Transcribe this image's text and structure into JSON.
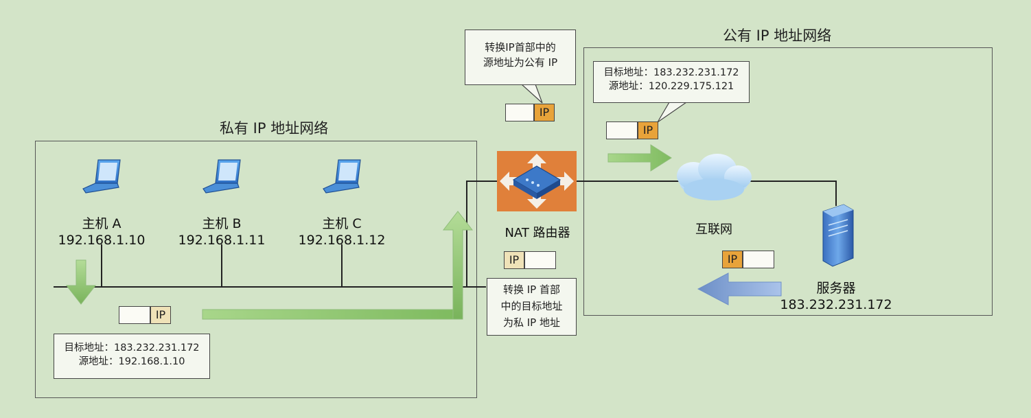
{
  "private_network": {
    "title": "私有 IP 地址网络",
    "hosts": [
      {
        "name": "主机 A",
        "ip": "192.168.1.10"
      },
      {
        "name": "主机 B",
        "ip": "192.168.1.11"
      },
      {
        "name": "主机 C",
        "ip": "192.168.1.12"
      }
    ],
    "packet_tag": "IP",
    "note": {
      "dest": "目标地址：183.232.231.172",
      "src": "源地址：192.168.1.10"
    }
  },
  "public_network": {
    "title": "公有 IP 地址网络",
    "internet_label": "互联网",
    "server": {
      "name": "服务器",
      "ip": "183.232.231.172"
    },
    "note": {
      "dest": "目标地址：183.232.231.172",
      "src": "源地址：120.229.175.121"
    },
    "packet_out_tag": "IP",
    "packet_in_tag": "IP"
  },
  "router": {
    "label": "NAT 路由器",
    "note_top": {
      "line1": "转换IP首部中的",
      "line2": "源地址为公有 IP"
    },
    "note_bottom": {
      "line1": "转换 IP 首部",
      "line2": "中的目标地址",
      "line3": "为私 IP 地址"
    },
    "packet_top_tag": "IP",
    "packet_bottom_tag": "IP"
  },
  "colors": {
    "background": "#d3e4c8",
    "green_arrow": "#8cc36f",
    "blue_arrow": "#7d9ed3",
    "router_orange": "#e0803a",
    "ip_tag_orange": "#e8a33a",
    "ip_tag_cream": "#efe2b8"
  }
}
